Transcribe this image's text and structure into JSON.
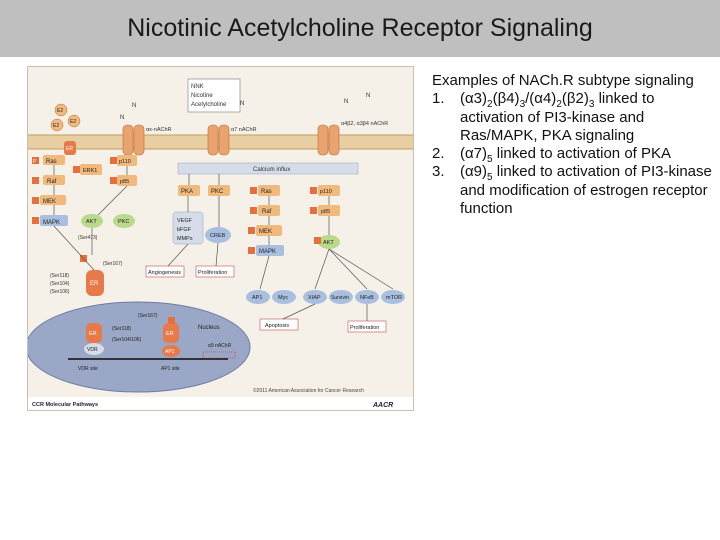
{
  "header": {
    "title": "Nicotinic Acetylcholine Receptor Signaling"
  },
  "figure": {
    "ligand_box": [
      "NNK",
      "Nicotine",
      "Acetylcholine"
    ],
    "receptors": [
      "αx-nAChR",
      "α7 nAChR",
      "α4β2, α3β4 nAChR"
    ],
    "ligand_letter": "N",
    "e_labels": [
      "E2",
      "E2",
      "E2"
    ],
    "er_label": "ER",
    "calcium_influx": "Calcium influx",
    "left_nodes": [
      "Ras",
      "Raf",
      "MEK",
      "MAPK",
      "ERK1"
    ],
    "mid_nodes": [
      "p110",
      "p85",
      "AKT",
      "PKC",
      "PKA"
    ],
    "right_nodes": [
      "Ras",
      "Raf",
      "MEK",
      "MAPK",
      "p110",
      "p85",
      "AKT"
    ],
    "gf_box": [
      "VEGF",
      "bFGF",
      "MMPs"
    ],
    "creb": "CREB",
    "angiogenesis": "Angiogenesis",
    "proliferation": "Proliferation",
    "ser473": "(Ser473)",
    "ser167": "(Ser167)",
    "ser_list": [
      "(Ser118)",
      "(Ser104)",
      "(Ser106)"
    ],
    "targets": [
      "AP1",
      "Myc",
      "XIAP",
      "Survivin",
      "NFκB",
      "mTOR"
    ],
    "apoptosis": "Apoptosis",
    "proliferation2": "Proliferation",
    "nucleus": "Nucleus",
    "ser167_nuc": "(Ser167)",
    "ser118_nuc": "(Ser118)",
    "ser104_nuc": "(Ser104/106)",
    "er_nuc": [
      "ER",
      "ER"
    ],
    "vdr": "VDR",
    "vdr_site": "VDR site",
    "ap1": "AP1",
    "ap1_site": "AP1 site",
    "a9_label": "α9 nAChR",
    "p_label": "P",
    "copyright": "©2011 American Association for Cancer Research",
    "footer_left": "CCR Molecular Pathways",
    "footer_right": "AACR"
  },
  "text": {
    "intro": "Examples of NACh.R subtype signaling",
    "items": [
      {
        "num": "1.",
        "parts": [
          {
            "t": "("
          },
          {
            "t": "α"
          },
          {
            "t": "3)"
          },
          {
            "s": "2"
          },
          {
            "t": "("
          },
          {
            "t": "β"
          },
          {
            "t": "4)"
          },
          {
            "s": "3"
          },
          {
            "t": "/("
          },
          {
            "t": "α"
          },
          {
            "t": "4)"
          },
          {
            "s": "2"
          },
          {
            "t": "("
          },
          {
            "t": "β"
          },
          {
            "t": "2)"
          },
          {
            "s": "3"
          },
          {
            "t": " linked to activation of PI3-kinase and Ras/MAPK, PKA signaling"
          }
        ]
      },
      {
        "num": "2.",
        "parts": [
          {
            "t": "("
          },
          {
            "t": "α"
          },
          {
            "t": "7)"
          },
          {
            "s": "5"
          },
          {
            "t": " linked to activation of PKA"
          }
        ]
      },
      {
        "num": "3.",
        "parts": [
          {
            "t": "("
          },
          {
            "t": "α"
          },
          {
            "t": "9)"
          },
          {
            "s": "5"
          },
          {
            "t": " linked to activation of PI3-kinase and modification of estrogen receptor function"
          }
        ]
      }
    ]
  },
  "colors": {
    "receptor": "#e8a36f",
    "node_orange": "#f2b97d",
    "node_green": "#b9d98b",
    "node_blue": "#a9bfe0",
    "p_mark": "#e76f3b",
    "nucleus": "#9aa7c6",
    "membrane": "#d9a86b"
  }
}
